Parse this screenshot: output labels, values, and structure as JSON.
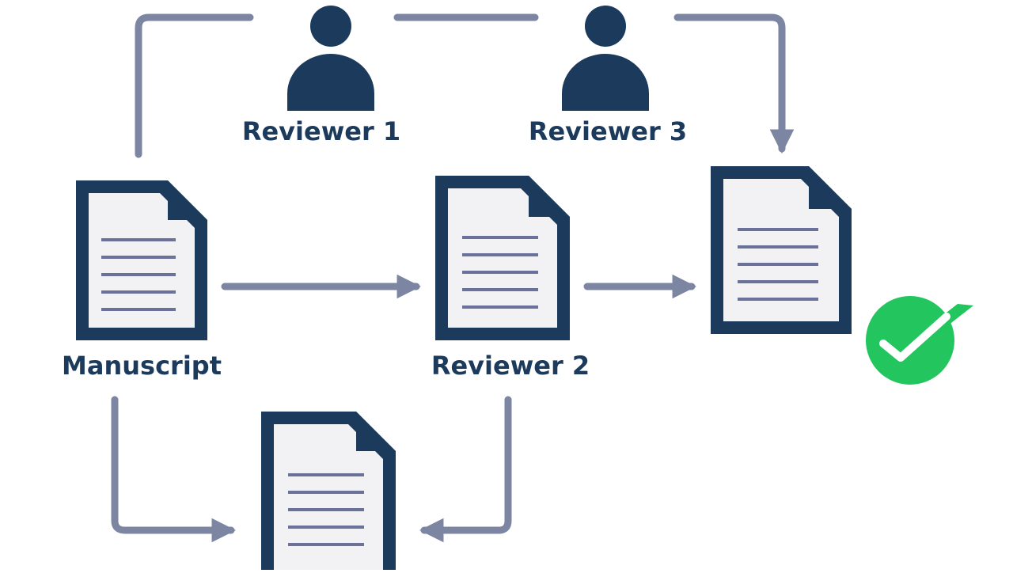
{
  "labels": {
    "manuscript": "Manuscript",
    "reviewer_1": "Reviewer 1",
    "reviewer_2": "Reviewer 2",
    "reviewer_3": "Reviewer 3"
  },
  "colors": {
    "navy": "#1b3a5c",
    "arrow": "#7c86a3",
    "paper": "#f2f2f4",
    "text_lines": "#6b7299",
    "check": "#22c55e"
  },
  "icons": {
    "person": "person-icon",
    "document": "document-icon",
    "check": "checkmark-icon"
  }
}
